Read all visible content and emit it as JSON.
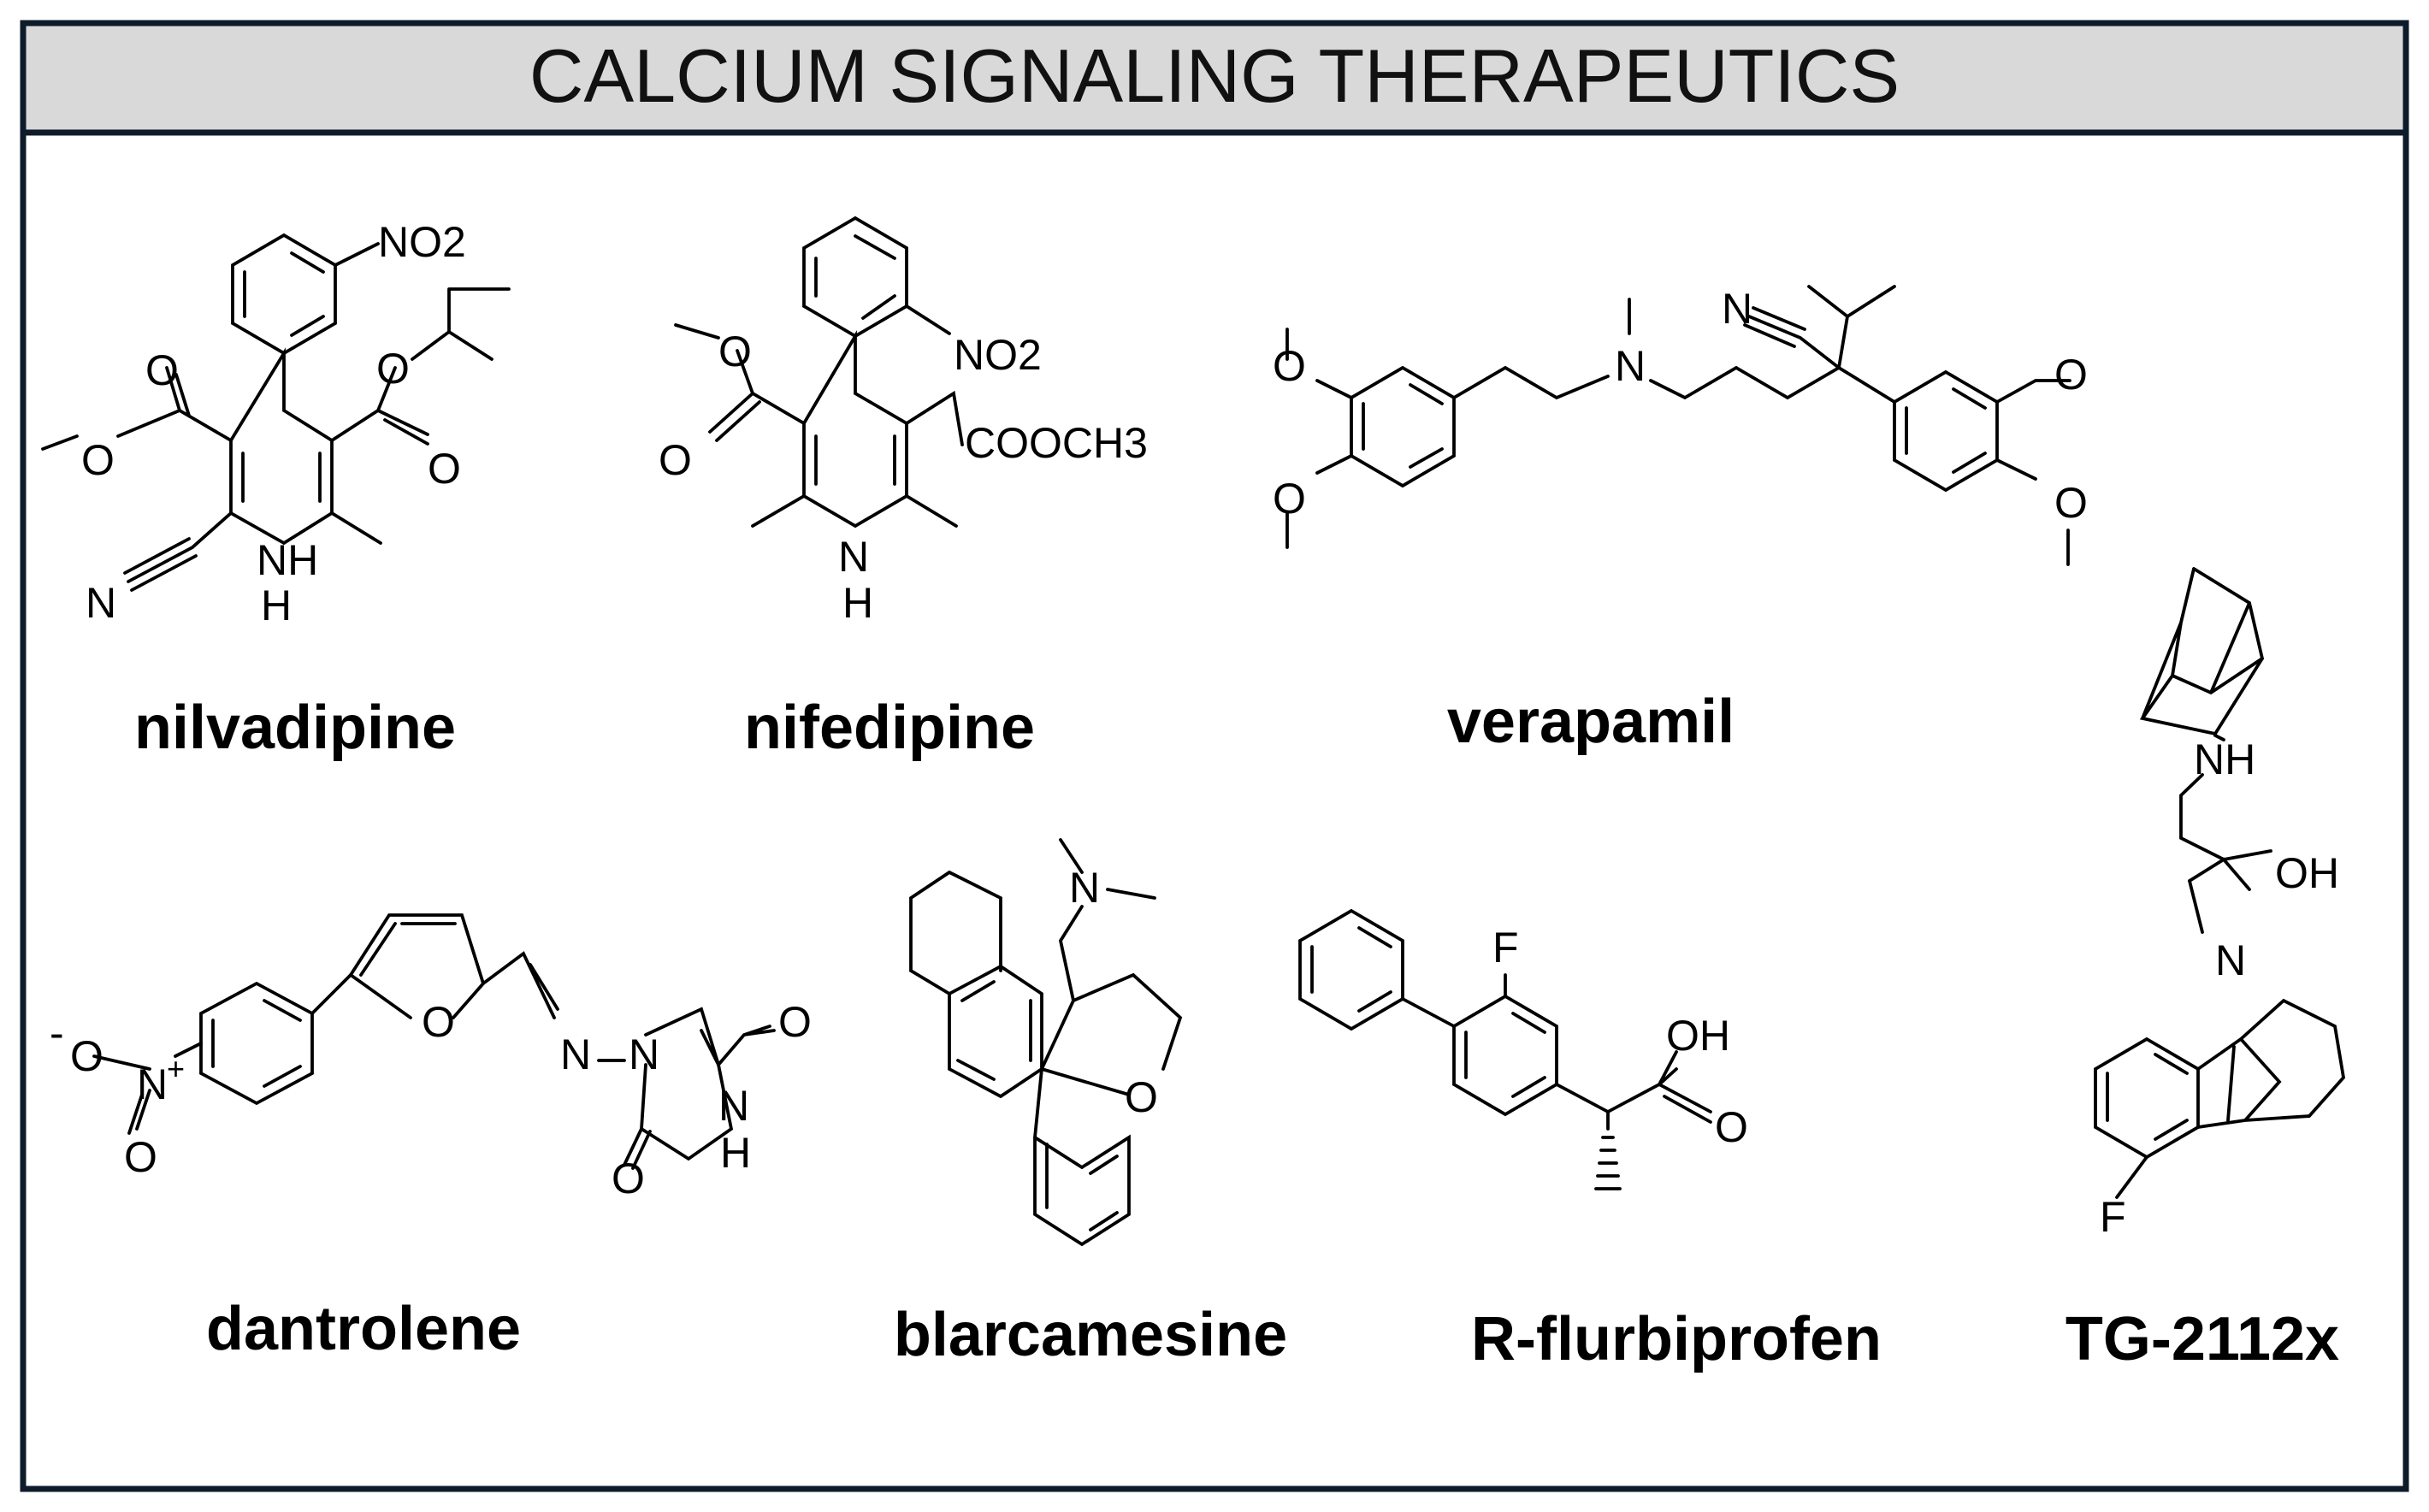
{
  "header": {
    "title": "CALCIUM SIGNALING THERAPEUTICS"
  },
  "colors": {
    "header_bg": "#d9d9d9",
    "frame": "#0d1b2a",
    "line": "#000000",
    "background": "#ffffff"
  },
  "compounds": [
    {
      "name": "nilvadipine",
      "atom_labels": [
        "NO2",
        "O",
        "O",
        "O",
        "O",
        "N",
        "NH",
        "H"
      ]
    },
    {
      "name": "nifedipine",
      "atom_labels": [
        "NO2",
        "O",
        "O",
        "COOCH3",
        "N",
        "H"
      ]
    },
    {
      "name": "verapamil",
      "atom_labels": [
        "O",
        "O",
        "N",
        "N",
        "O",
        "O"
      ]
    },
    {
      "name": "dantrolene",
      "atom_labels": [
        "-",
        "O",
        "N",
        "+",
        "O",
        "O",
        "N",
        "N",
        "O",
        "N",
        "H",
        "O"
      ]
    },
    {
      "name": "blarcamesine",
      "atom_labels": [
        "N",
        "O"
      ]
    },
    {
      "name": "R-flurbiprofen",
      "atom_labels": [
        "F",
        "OH",
        "O"
      ]
    },
    {
      "name": "TG-2112x",
      "atom_labels": [
        "NH",
        "OH",
        "N",
        "F"
      ]
    }
  ]
}
